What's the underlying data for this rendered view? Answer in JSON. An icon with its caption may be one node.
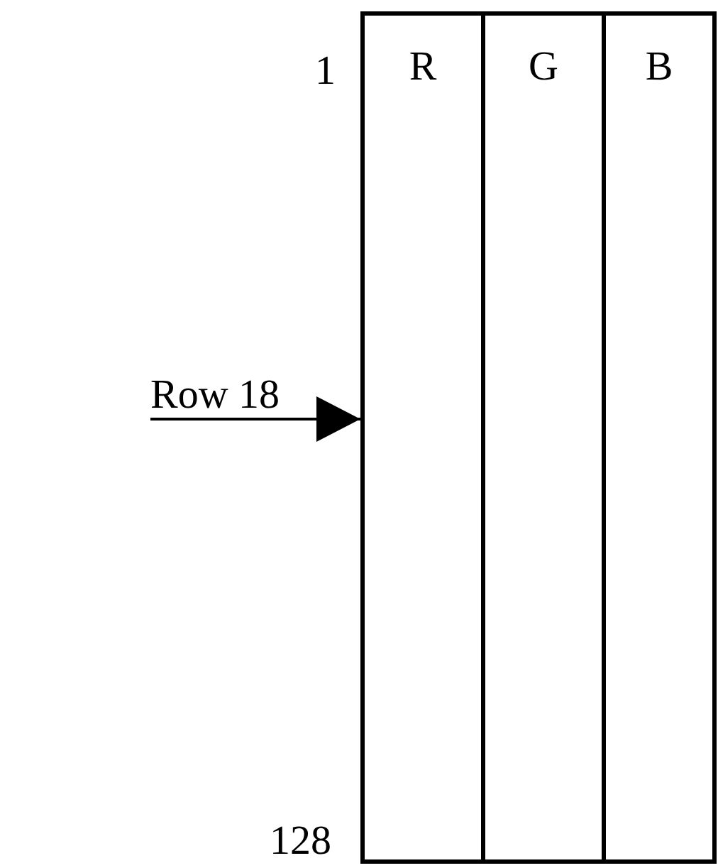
{
  "diagram": {
    "nodes": [
      {
        "text": [
          "R"
        ]
      },
      {
        "text": [
          "G"
        ]
      },
      {
        "text": [
          "B"
        ]
      },
      {
        "text": [
          "Row 18"
        ]
      }
    ],
    "edges": [
      {
        "from": 3,
        "to": 0,
        "arrow": "to"
      }
    ],
    "labels": [
      "1",
      "128"
    ]
  }
}
